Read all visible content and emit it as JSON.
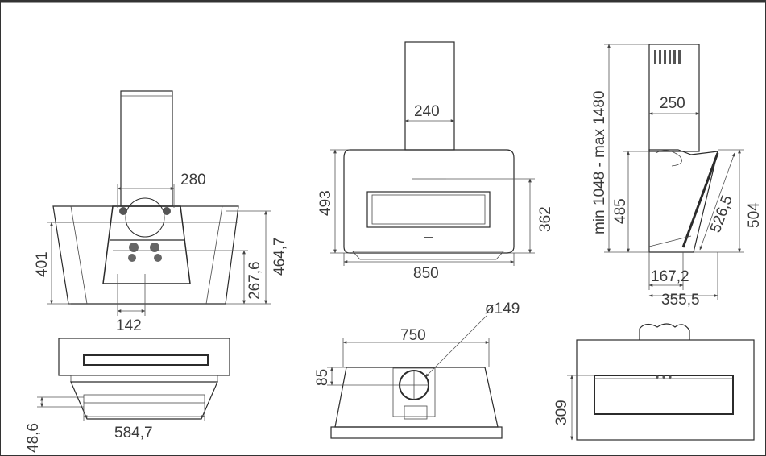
{
  "drawing": {
    "labels": {
      "w280": "280",
      "h401": "401",
      "h464_7": "464,7",
      "h267_6": "267,6",
      "w142": "142",
      "w240": "240",
      "h493": "493",
      "h362": "362",
      "w850": "850",
      "hminmax": "min 1048 - max 1480",
      "w250": "250",
      "h485": "485",
      "d526_5": "526,5",
      "h504": "504",
      "w167_2": "167,2",
      "w355_5": "355,5",
      "w584_7": "584,7",
      "h48_6": "48,6",
      "w750": "750",
      "d149": "ø149",
      "h85": "85",
      "h309": "309"
    }
  }
}
